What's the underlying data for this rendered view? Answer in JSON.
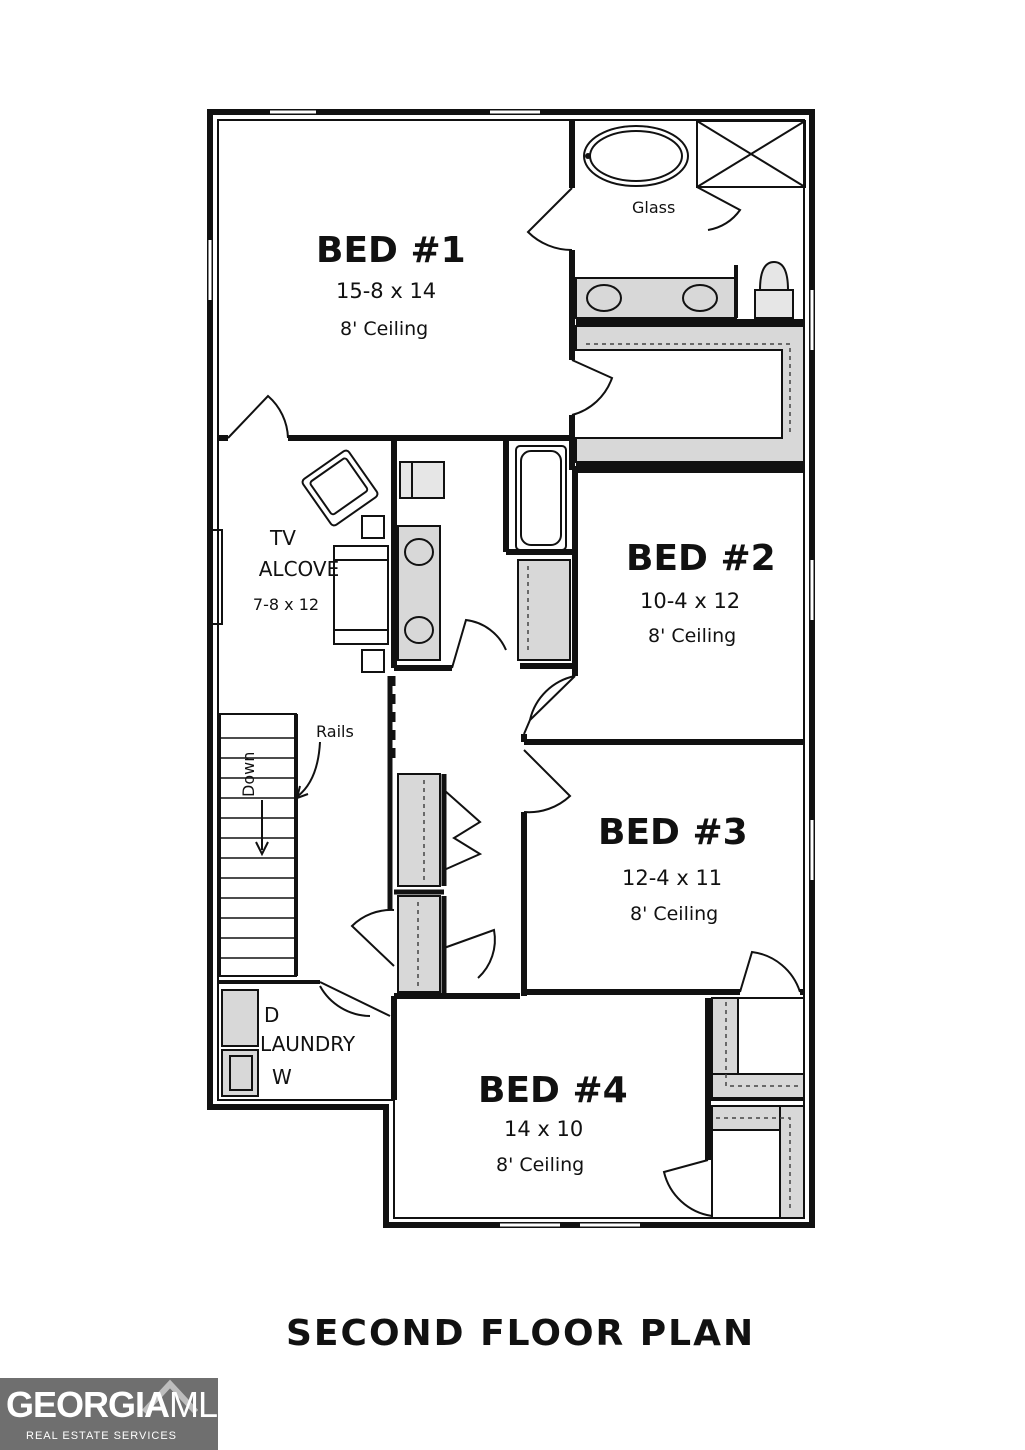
{
  "rooms": {
    "bed1": {
      "name": "BED #1",
      "dims": "15-8 x 14",
      "ceiling": "8' Ceiling"
    },
    "bed2": {
      "name": "BED #2",
      "dims": "10-4 x 12",
      "ceiling": "8' Ceiling"
    },
    "bed3": {
      "name": "BED #3",
      "dims": "12-4 x 11",
      "ceiling": "8' Ceiling"
    },
    "bed4": {
      "name": "BED #4",
      "dims": "14 x 10",
      "ceiling": "8' Ceiling"
    },
    "tv_alcove": {
      "name_line1": "TV",
      "name_line2": "ALCOVE",
      "dims": "7-8 x 12"
    },
    "laundry": {
      "name": "LAUNDRY",
      "dryer": "D",
      "washer": "W"
    }
  },
  "labels": {
    "glass": "Glass",
    "rails": "Rails",
    "down": "Down"
  },
  "title": "SECOND FLOOR PLAN",
  "logo": {
    "brand_bold": "GEORGIA",
    "brand_light": "MLS",
    "tagline": "REAL ESTATE SERVICES"
  }
}
